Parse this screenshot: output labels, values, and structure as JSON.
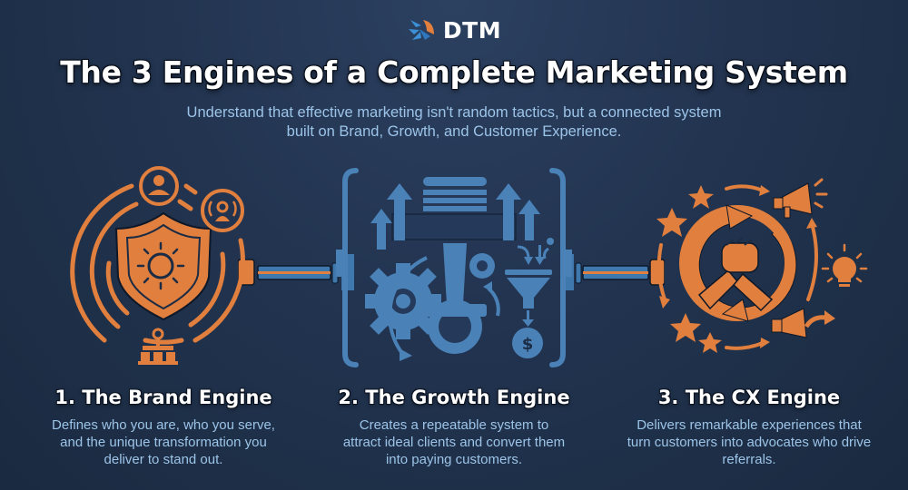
{
  "header": {
    "logo_text": "DTM",
    "title": "The 3 Engines of a Complete Marketing System",
    "subtitle": "Understand that effective marketing isn't random tactics, but a connected system built on Brand, Growth, and Customer Experience."
  },
  "colors": {
    "background": "#223450",
    "accent_orange": "#e07f3e",
    "accent_blue": "#4a82b8",
    "subtitle_text": "#9cc4e8",
    "title_text": "#ffffff"
  },
  "engines": [
    {
      "title": "1. The Brand Engine",
      "description": "Defines who you are, who you serve, and the unique transformation you deliver to stand out.",
      "icons": [
        "shield-sun-icon",
        "person-circle-icon",
        "broadcast-person-icon",
        "org-chart-icon",
        "orbit-rings"
      ]
    },
    {
      "title": "2. The Growth Engine",
      "description": "Creates a repeatable system to attract ideal clients and convert them into paying customers.",
      "icons": [
        "piston-icon",
        "gear-icon",
        "small-gear-icon",
        "up-arrows",
        "funnel-icon",
        "dollar-coin-icon",
        "bracket-frame"
      ]
    },
    {
      "title": "3. The CX Engine",
      "description": "Delivers remarkable experiences that turn customers into advocates who drive referrals.",
      "icons": [
        "handshake-icon",
        "cycle-arrows",
        "star-icons",
        "megaphone-icons",
        "lightbulb-icon"
      ]
    }
  ],
  "connectors": [
    "brand-to-growth-shaft",
    "growth-to-cx-shaft"
  ]
}
